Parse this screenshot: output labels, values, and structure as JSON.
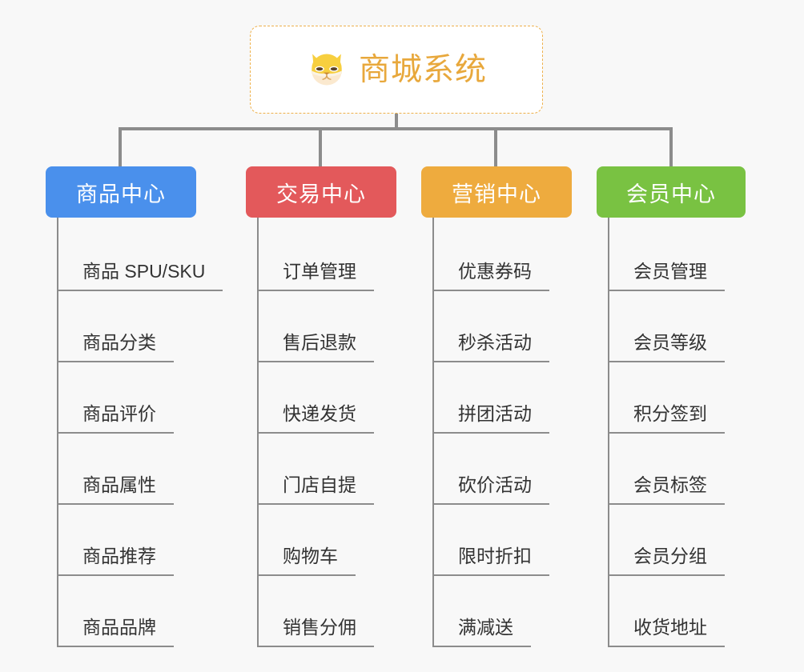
{
  "background_color": "#f8f8f8",
  "root": {
    "title": "商城系统",
    "icon": "shiba-dog-icon",
    "text_color": "#e8a83c",
    "border_color": "#eeb04a"
  },
  "connector_color": "#8c8c8c",
  "columns": [
    {
      "id": "product-center",
      "label": "商品中心",
      "color": "#4a90ec",
      "items": [
        "商品 SPU/SKU",
        "商品分类",
        "商品评价",
        "商品属性",
        "商品推荐",
        "商品品牌"
      ]
    },
    {
      "id": "trade-center",
      "label": "交易中心",
      "color": "#e3595b",
      "items": [
        "订单管理",
        "售后退款",
        "快递发货",
        "门店自提",
        "购物车",
        "销售分佣"
      ]
    },
    {
      "id": "marketing-center",
      "label": "营销中心",
      "color": "#eeab3e",
      "items": [
        "优惠券码",
        "秒杀活动",
        "拼团活动",
        "砍价活动",
        "限时折扣",
        "满减送"
      ]
    },
    {
      "id": "member-center",
      "label": "会员中心",
      "color": "#79c242",
      "items": [
        "会员管理",
        "会员等级",
        "积分签到",
        "会员标签",
        "会员分组",
        "收货地址"
      ]
    }
  ]
}
